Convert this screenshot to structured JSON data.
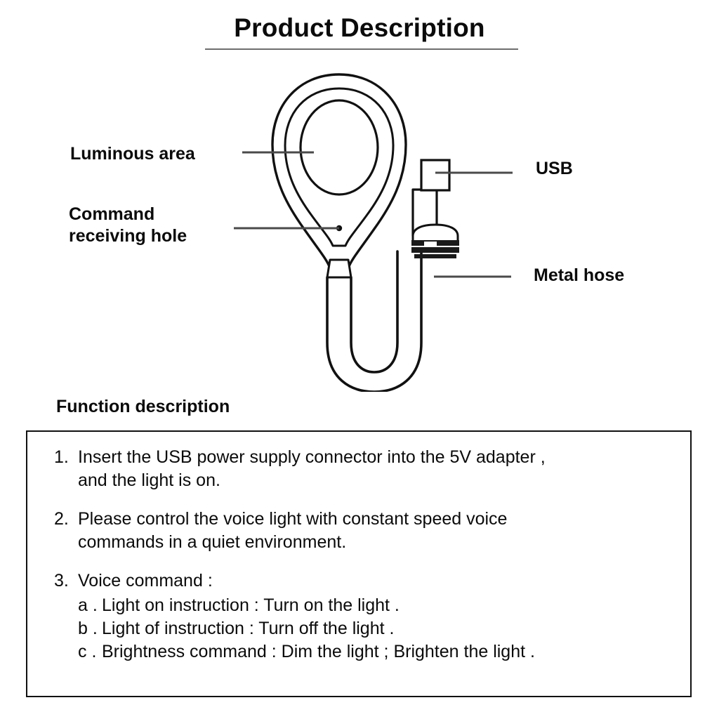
{
  "title": "Product Description",
  "diagram": {
    "name": "voice-control-usb-lamp-diagram",
    "callouts": {
      "luminous_area": "Luminous area",
      "command_receiving_hole": "Command\nreceiving hole",
      "usb": "USB",
      "metal_hose": "Metal hose"
    },
    "parts": {
      "lamp_head": "lamp-head",
      "inner_ring": "luminous-ring",
      "hole": "command-receiving-hole",
      "neck": "lamp-neck",
      "hose": "metal-hose",
      "usb_connector": "usb-connector",
      "usb_collar": "usb-collar"
    },
    "colors": {
      "line": "#111111",
      "leader": "#4a4a4a",
      "collar": "#1a1a1a"
    }
  },
  "function_section": {
    "heading": "Function description",
    "items": [
      {
        "number": "1.",
        "text": "Insert the USB power supply connector into the 5V adapter ,\nand the light is on."
      },
      {
        "number": "2.",
        "text": "Please control the voice light with constant speed voice\ncommands in a quiet environment."
      },
      {
        "number": "3.",
        "text": "Voice command :"
      }
    ],
    "subitems": [
      {
        "label": "a .",
        "text": "Light on instruction : Turn on the light ."
      },
      {
        "label": "b .",
        "text": "Light of instruction : Turn off the light ."
      },
      {
        "label": "c .",
        "text": "Brightness command : Dim the light ; Brighten the light ."
      }
    ]
  }
}
